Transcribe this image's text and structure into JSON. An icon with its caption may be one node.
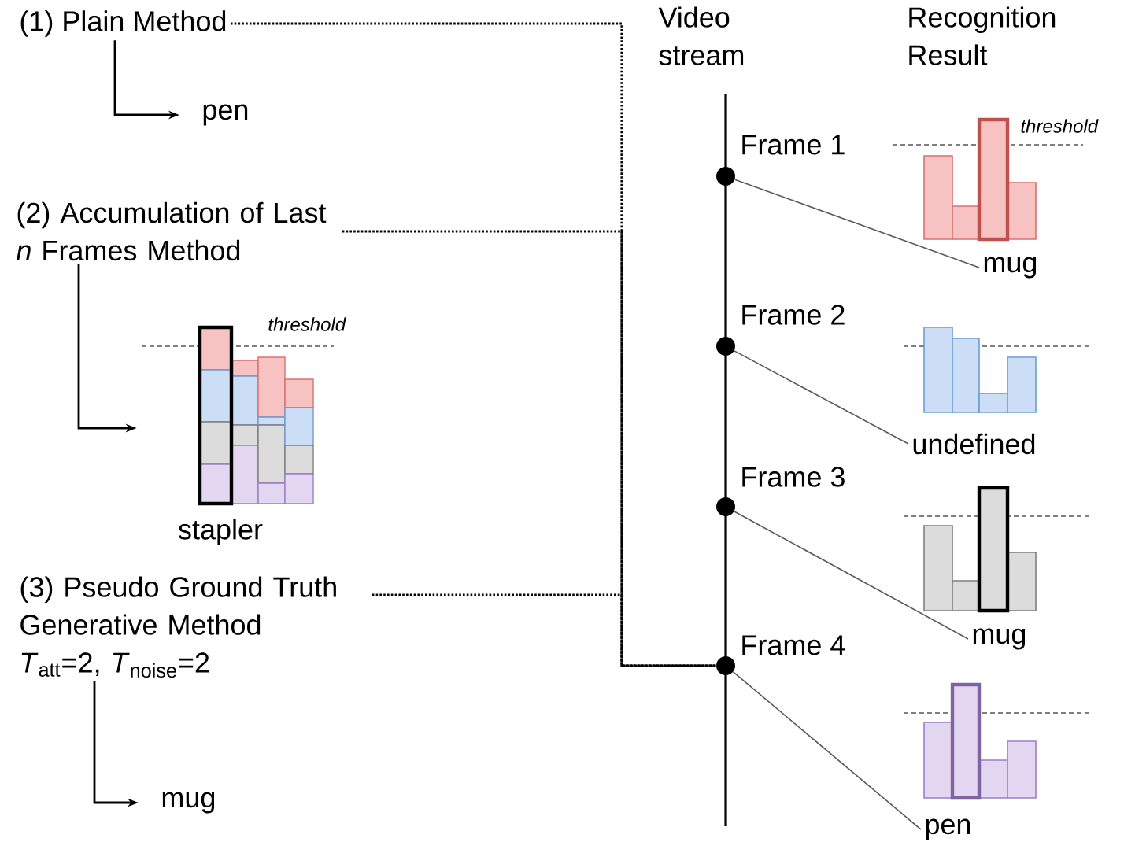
{
  "diagram": {
    "nodes": [
      {
        "text": [
          "(1) Plain Method"
        ]
      },
      {
        "text": [
          "pen"
        ]
      },
      {
        "text": [
          "(2) Accumulation of Last *n* Frames Method"
        ]
      },
      {
        "text": [
          "stapler"
        ]
      },
      {
        "text": [
          "(3) Pseudo Ground Truth Generative Method",
          "*T*$_{att}$=2, *T*$_{noise}$=2"
        ]
      },
      {
        "text": [
          "mug"
        ]
      },
      {
        "text": [],
        "shape": "circle",
        "beside": [
          "Frame 1"
        ]
      },
      {
        "text": [
          "mug"
        ]
      },
      {
        "text": [],
        "shape": "circle",
        "beside": [
          "Frame 2"
        ]
      },
      {
        "text": [
          "undefined"
        ]
      },
      {
        "text": [],
        "shape": "circle",
        "beside": [
          "Frame 3"
        ]
      },
      {
        "text": [
          "mug"
        ]
      },
      {
        "text": [],
        "shape": "circle",
        "beside": [
          "Frame 4"
        ]
      },
      {
        "text": [
          "pen"
        ]
      }
    ],
    "edges": [
      {
        "from": 0,
        "to": 1,
        "arrow": "to"
      },
      {
        "from": 2,
        "to": 3,
        "arrow": "to"
      },
      {
        "from": 4,
        "to": 5,
        "arrow": "to"
      },
      {
        "from": 0,
        "to": 12,
        "arrow": "none",
        "style": "dashed"
      },
      {
        "from": 2,
        "to": 12,
        "arrow": "none",
        "style": "dashed"
      },
      {
        "from": 4,
        "to": 12,
        "arrow": "none",
        "style": "dashed"
      },
      {
        "from": 6,
        "to": 7,
        "arrow": "none",
        "color": "#595959"
      },
      {
        "from": 8,
        "to": 9,
        "arrow": "none",
        "color": "#595959"
      },
      {
        "from": 10,
        "to": 11,
        "arrow": "none",
        "color": "#595959"
      },
      {
        "from": 12,
        "to": 13,
        "arrow": "none",
        "color": "#595959"
      }
    ],
    "labels": [
      "Video stream",
      "Recognition Result",
      "threshold",
      "threshold"
    ]
  }
}
